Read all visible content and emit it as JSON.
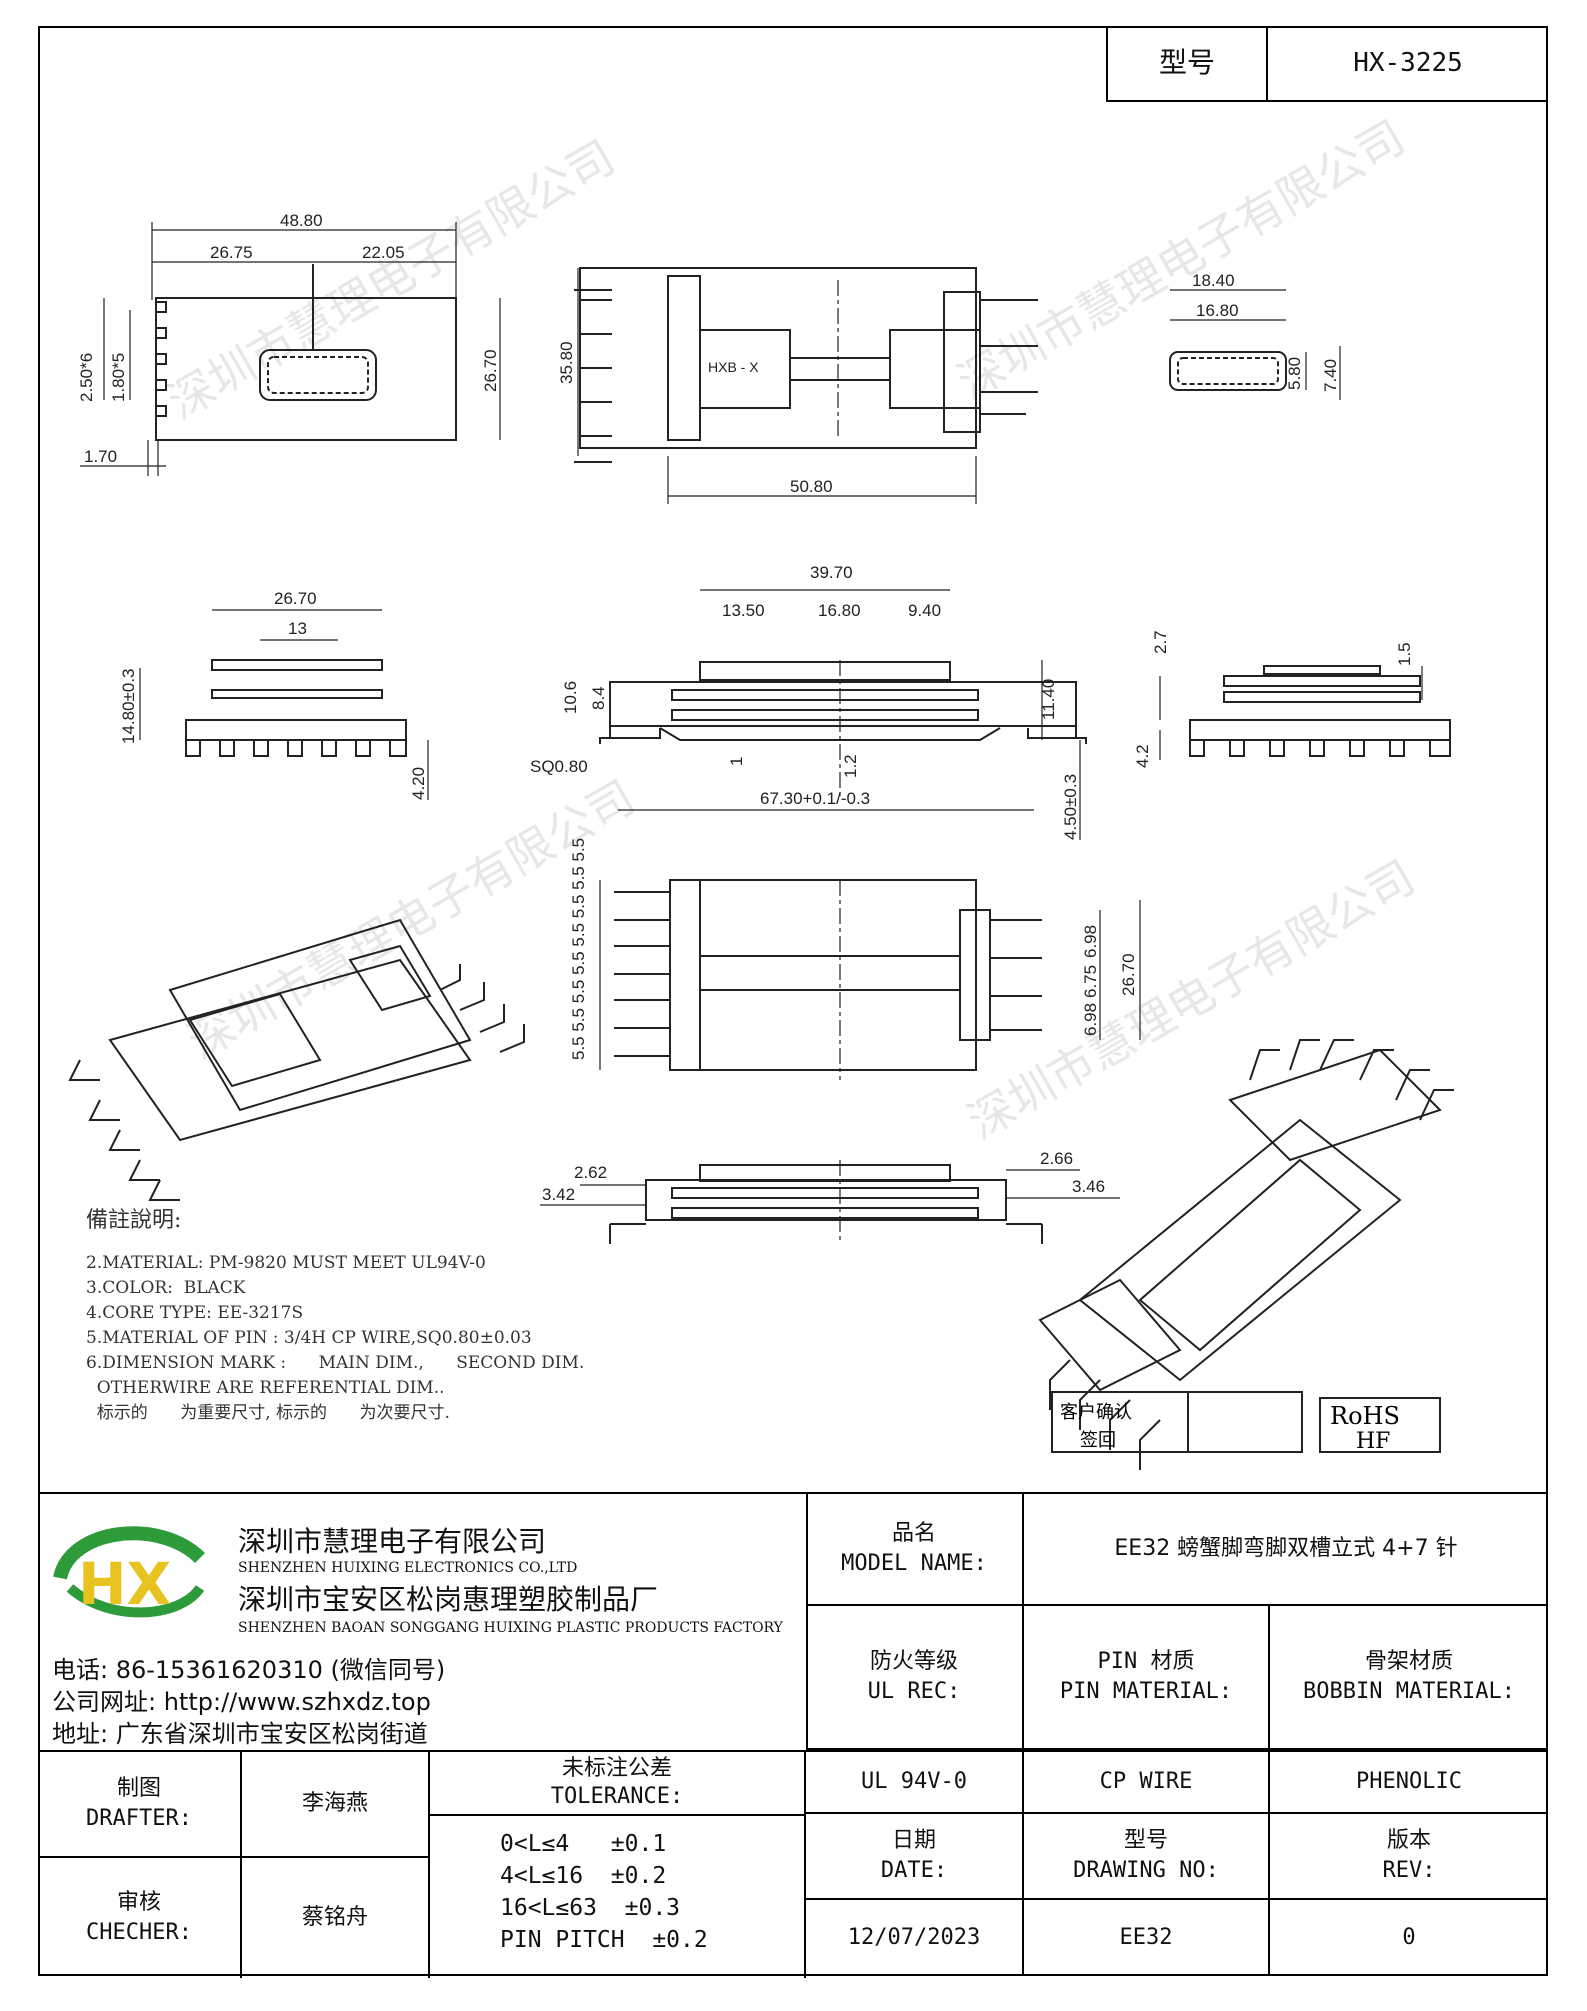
{
  "model_box": {
    "label": "型号",
    "value": "HX-3225"
  },
  "watermark": "深圳市慧理电子有限公司",
  "dims": {
    "top_left": {
      "overall": "48.80",
      "left": "26.75",
      "right": "22.05",
      "pitch": "2.50*6",
      "slot": "1.80*5",
      "height": "26.70",
      "edge": "1.70"
    },
    "top_center": {
      "height": "35.80",
      "length": "50.80",
      "marking": "HXB - X"
    },
    "top_right": {
      "outer": "18.40",
      "inner": "16.80",
      "h1": "5.80",
      "h2": "7.40"
    },
    "mid_left": {
      "width": "26.70",
      "inner": "13",
      "height": "14.80±0.3",
      "pin": "4.20"
    },
    "mid_center": {
      "overall": "39.70",
      "a": "13.50",
      "b": "16.80",
      "c": "9.40",
      "h1": "10.6",
      "h2": "8.4",
      "h3": "11.40",
      "sq": "SQ0.80",
      "t1": "1",
      "t2": "1.2",
      "span": "67.30+0.1/-0.3",
      "pin": "4.50±0.3"
    },
    "mid_right": {
      "a": "2.7",
      "b": "1.5",
      "c": "4.2"
    },
    "lower_center": {
      "pitch_left": [
        "5.5",
        "5.5",
        "5.5",
        "5.5",
        "5.5",
        "5.5",
        "5.5",
        "5.5"
      ],
      "p1": "6.98",
      "p2": "6.75",
      "p3": "6.98",
      "height": "26.70"
    },
    "bottom_center": {
      "l1": "2.62",
      "l2": "3.42",
      "r1": "2.66",
      "r2": "3.46"
    }
  },
  "notes": {
    "heading": "備註說明:",
    "lines": [
      "2.MATERIAL: PM-9820 MUST MEET UL94V-0",
      "3.COLOR:  BLACK",
      "4.CORE TYPE: EE-3217S",
      "5.MATERIAL OF PIN : 3/4H CP WIRE,SQ0.80±0.03",
      "6.DIMENSION MARK :      MAIN DIM.,      SECOND DIM.",
      "  OTHERWIRE ARE REFERENTIAL DIM..",
      "  标示的      为重要尺寸, 标示的      为次要尺寸."
    ]
  },
  "approval": {
    "line1": "客户确认",
    "line2": "签回"
  },
  "rohs": {
    "line1": "RoHS",
    "line2": "HF"
  },
  "company": {
    "logo_text": "HX",
    "name_cn": "深圳市慧理电子有限公司",
    "name_en": "SHENZHEN HUIXING ELECTRONICS CO.,LTD",
    "factory_cn": "深圳市宝安区松岗惠理塑胶制品厂",
    "factory_en": "SHENZHEN BAOAN SONGGANG HUIXING PLASTIC PRODUCTS FACTORY",
    "phone": "电话: 86-15361620310 (微信同号)",
    "web": "公司网址: http://www.szhxdz.top",
    "address": "地址: 广东省深圳市宝安区松岗街道"
  },
  "title_block": {
    "model_name_label_cn": "品名",
    "model_name_label_en": "MODEL NAME:",
    "model_name_value": "EE32 螃蟹脚弯脚双槽立式 4+7 针",
    "ul_label_cn": "防火等级",
    "ul_label_en": "UL REC:",
    "pin_label_cn": "PIN 材质",
    "pin_label_en": "PIN MATERIAL:",
    "bobbin_label_cn": "骨架材质",
    "bobbin_label_en": "BOBBIN MATERIAL:",
    "ul_value": "UL 94V-0",
    "pin_value": "CP WIRE",
    "bobbin_value": "PHENOLIC",
    "date_label_cn": "日期",
    "date_label_en": "DATE:",
    "drawing_label_cn": "型号",
    "drawing_label_en": "DRAWING NO:",
    "rev_label_cn": "版本",
    "rev_label_en": "REV:",
    "date_value": "12/07/2023",
    "drawing_value": "EE32",
    "rev_value": "0",
    "drafter_label_cn": "制图",
    "drafter_label_en": "DRAFTER:",
    "drafter_value": "李海燕",
    "checker_label_cn": "审核",
    "checker_label_en": "CHECHER:",
    "checker_value": "蔡铭舟",
    "tolerance_label_cn": "未标注公差",
    "tolerance_label_en": "TOLERANCE:",
    "tolerance_lines": [
      "0<L≤4   ±0.1",
      "4<L≤16  ±0.2",
      "16<L≤63  ±0.3",
      "PIN PITCH  ±0.2"
    ]
  }
}
